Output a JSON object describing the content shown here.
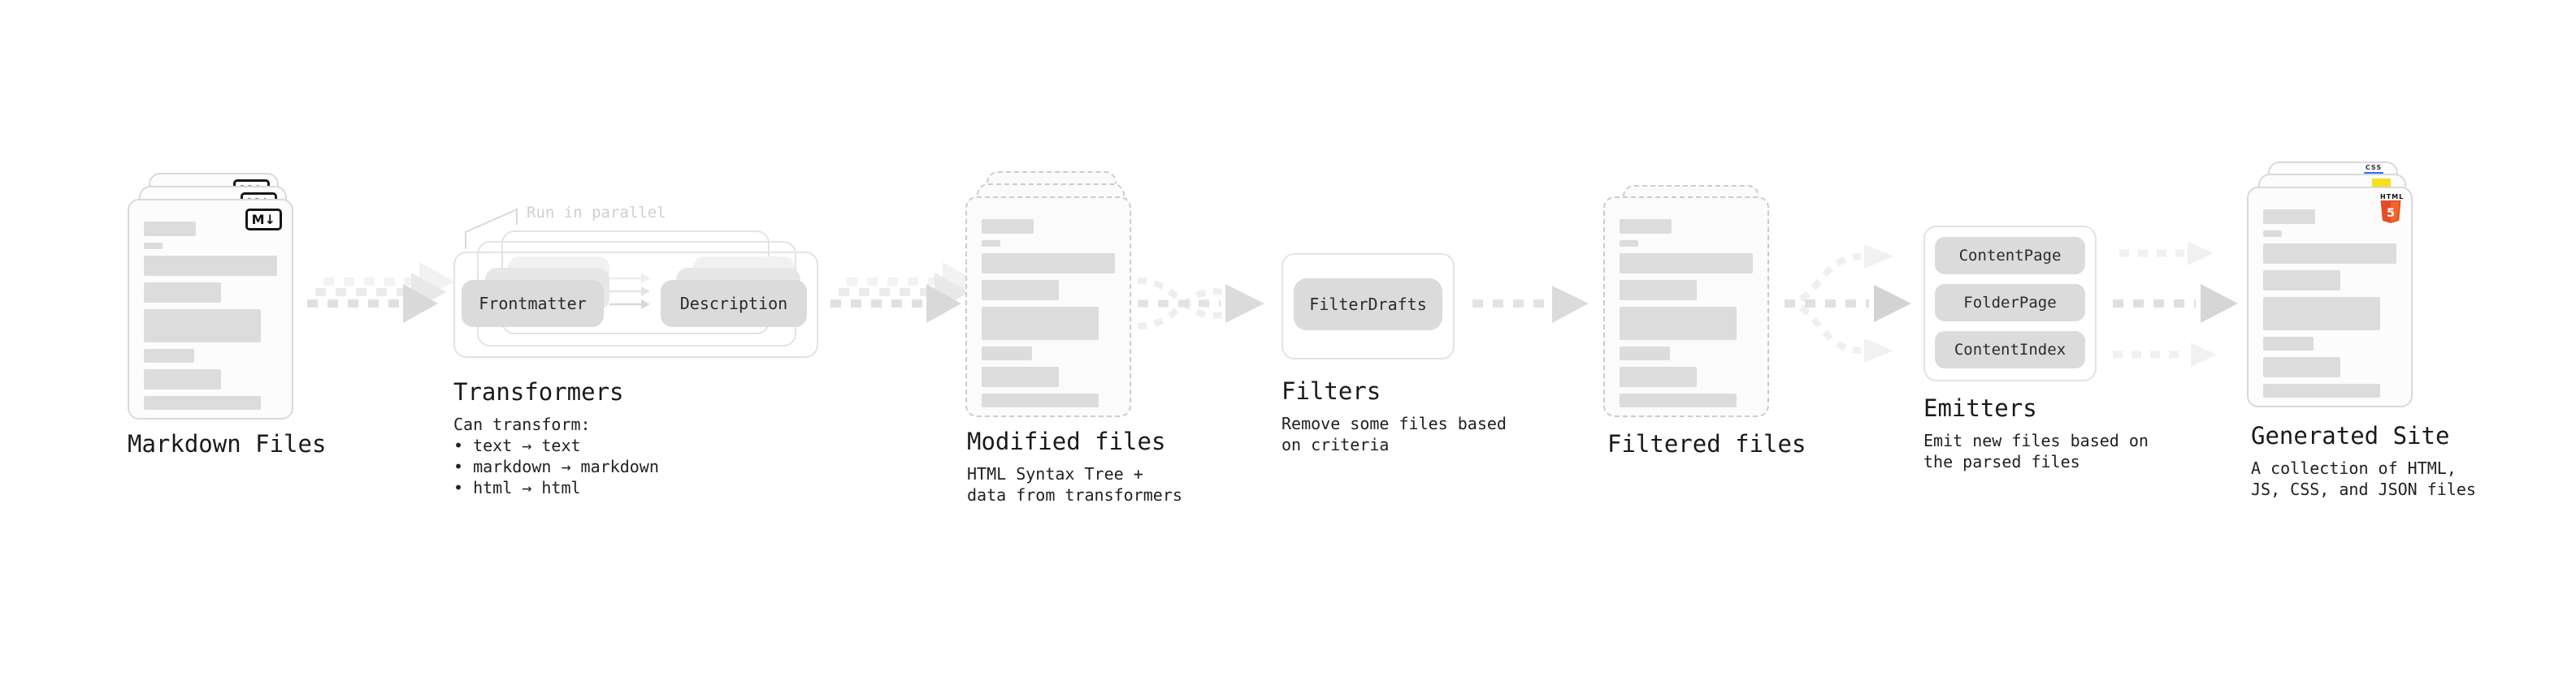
{
  "pipeline": {
    "markdown_files": {
      "label": "Markdown Files",
      "badge": "M↓"
    },
    "transformers": {
      "annotation": "Run in parallel",
      "plugin_a": "Frontmatter",
      "plugin_b": "Description",
      "heading": "Transformers",
      "description": [
        "Can transform:",
        "• text → text",
        "• markdown → markdown",
        "• html → html"
      ]
    },
    "modified_files": {
      "heading": "Modified files",
      "description": [
        "HTML Syntax Tree +",
        "data from transformers"
      ]
    },
    "filters": {
      "plugin": "FilterDrafts",
      "heading": "Filters",
      "description": [
        "Remove some files based",
        "on criteria"
      ]
    },
    "filtered_files": {
      "heading": "Filtered files"
    },
    "emitters": {
      "plugins": [
        "ContentPage",
        "FolderPage",
        "ContentIndex"
      ],
      "heading": "Emitters",
      "description": [
        "Emit new files based on",
        "the parsed files"
      ]
    },
    "generated_site": {
      "heading": "Generated Site",
      "description": [
        "A collection of HTML,",
        "JS, CSS, and JSON files"
      ],
      "badges": {
        "css": "CSS",
        "html5_label": "HTML",
        "html5_number": "5"
      }
    }
  },
  "colors": {
    "html5_orange": "#e44d26",
    "html5_orange_light": "#f16529",
    "js_yellow": "#f7df1e",
    "css_blue": "#2f6bff",
    "card_bar_gray": "#dcdcdc",
    "chip_gray": "#dbdbdb"
  }
}
